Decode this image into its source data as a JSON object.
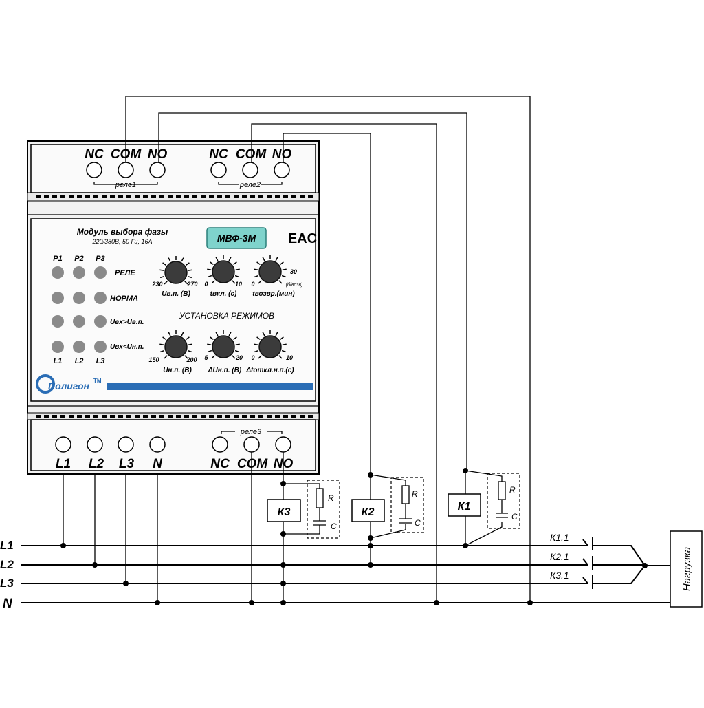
{
  "module": {
    "title": "Модуль выбора фазы",
    "subtitle": "220/380В, 50 Гц, 16А",
    "model": "МВФ-3М",
    "cert_mark": "EAC",
    "brand": "Полигон",
    "brand_tm": "TM",
    "top_terminals": [
      "NC",
      "COM",
      "NO",
      "NC",
      "COM",
      "NO"
    ],
    "top_groups": [
      "реле1",
      "реле2"
    ],
    "bottom_terminals": [
      "L1",
      "L2",
      "L3",
      "N",
      "NC",
      "COM",
      "NO"
    ],
    "bottom_group": "реле3",
    "led_columns_top": [
      "Р1",
      "Р2",
      "Р3"
    ],
    "led_columns_bottom": [
      "L1",
      "L2",
      "L3"
    ],
    "led_rows": [
      "РЕЛЕ",
      "НОРМА",
      "Uвх>Uв.п.",
      "Uвх<Uн.п."
    ],
    "section_label": "УСТАНОВКА РЕЖИМОВ",
    "knobs_top": [
      {
        "min": "230",
        "max": "270",
        "label": "Uв.п. (В)"
      },
      {
        "min": "0",
        "max": "10",
        "label": "tвкл. (с)"
      },
      {
        "min": "0",
        "max": "30",
        "extra": "(б/возв)",
        "label": "tвозвр.(мин)"
      }
    ],
    "knobs_bottom": [
      {
        "min": "150",
        "max": "200",
        "label": "Uн.п. (В)"
      },
      {
        "min": "5",
        "max": "20",
        "label": "ΔUн.п. (В)"
      },
      {
        "min": "0",
        "max": "10",
        "label": "Δtоткл.н.п.(с)"
      }
    ]
  },
  "circuit": {
    "lines": [
      "L1",
      "L2",
      "L3",
      "N"
    ],
    "contactors": [
      "К3",
      "К2",
      "К1"
    ],
    "snubber": {
      "r": "R",
      "c": "C"
    },
    "contacts": [
      "К1.1",
      "К2.1",
      "К3.1"
    ],
    "load": "Нагрузка"
  },
  "colors": {
    "background": "#ffffff",
    "module_body": "#f2f2f2",
    "module_border": "#000000",
    "model_badge": "#7fd3cc",
    "brand_bar": "#2a6db5",
    "led": "#8a8a8a",
    "knob": "#3b3b3b"
  }
}
